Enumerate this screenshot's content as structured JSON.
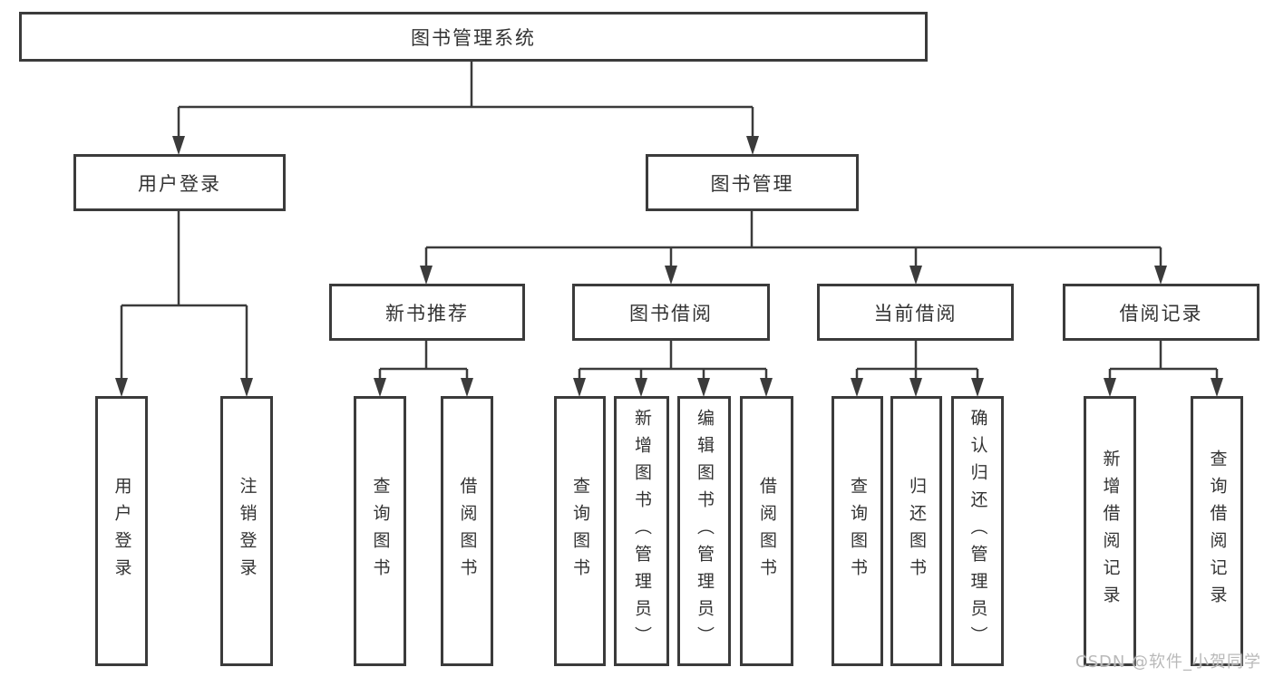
{
  "diagram": {
    "tree": {
      "label": "图书管理系统",
      "children": [
        {
          "label": "用户登录",
          "children": [
            {
              "label": "用户登录"
            },
            {
              "label": "注销登录"
            }
          ]
        },
        {
          "label": "图书管理",
          "children": [
            {
              "label": "新书推荐",
              "children": [
                {
                  "label": "查询图书"
                },
                {
                  "label": "借阅图书"
                }
              ]
            },
            {
              "label": "图书借阅",
              "children": [
                {
                  "label": "查询图书"
                },
                {
                  "label": "新增图书（管理员）"
                },
                {
                  "label": "编辑图书（管理员）"
                },
                {
                  "label": "借阅图书"
                }
              ]
            },
            {
              "label": "当前借阅",
              "children": [
                {
                  "label": "查询图书"
                },
                {
                  "label": "归还图书"
                },
                {
                  "label": "确认归还（管理员）"
                }
              ]
            },
            {
              "label": "借阅记录",
              "children": [
                {
                  "label": "新增借阅记录"
                },
                {
                  "label": "查询借阅记录"
                }
              ]
            }
          ]
        }
      ]
    },
    "colors": {
      "line": "#3b3b3b",
      "text": "#333333",
      "background": "#ffffff",
      "watermark": "#b9b9b9"
    }
  },
  "watermark": {
    "text": "CSDN @软件_小贺同学"
  }
}
